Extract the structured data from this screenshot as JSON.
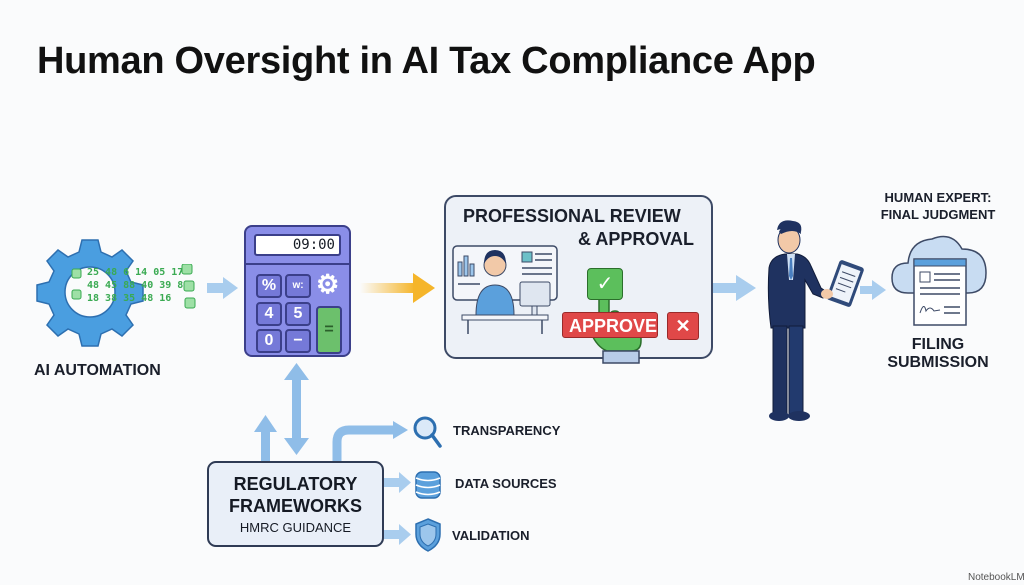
{
  "title": "Human Oversight in AI Tax Compliance App",
  "nodes": {
    "ai_automation": {
      "label": "AI AUTOMATION",
      "icon": "gear-icon",
      "data_stream": [
        "25 48 6 14 05 17",
        "48 45 88 40 39 8",
        "18 38 35 48 16"
      ]
    },
    "calculator": {
      "display": "09:00",
      "keys": [
        "%",
        "w:",
        "4",
        "5",
        "0",
        "−",
        "="
      ],
      "icon": "calculator-icon"
    },
    "review": {
      "title_line1": "PROFESSIONAL REVIEW",
      "title_line2": "& APPROVAL",
      "approve_button": "APPROVE",
      "reject_icon": "x-icon"
    },
    "human_expert": {
      "line1": "HUMAN EXPERT:",
      "line2": "FINAL JUDGMENT"
    },
    "filing": {
      "line1": "FILING",
      "line2": "SUBMISSION",
      "icon": "cloud-document-icon"
    },
    "regulatory": {
      "title_line1": "REGULATORY",
      "title_line2": "FRAMEWORKS",
      "subtitle": "HMRC GUIDANCE"
    },
    "outputs": [
      {
        "label": "TRANSPARENCY",
        "icon": "magnifier-icon"
      },
      {
        "label": "DATA SOURCES",
        "icon": "database-icon"
      },
      {
        "label": "VALIDATION",
        "icon": "shield-icon"
      }
    ]
  },
  "colors": {
    "flow_arrow": "#9cc6ec",
    "highlight_arrow": "#f5b52a",
    "gear": "#4a9ee0",
    "calculator": "#8a8ee8",
    "approve_green": "#5cbf5c",
    "reject_red": "#e04848",
    "suit": "#1f3260"
  },
  "watermark": "NotebookLM"
}
